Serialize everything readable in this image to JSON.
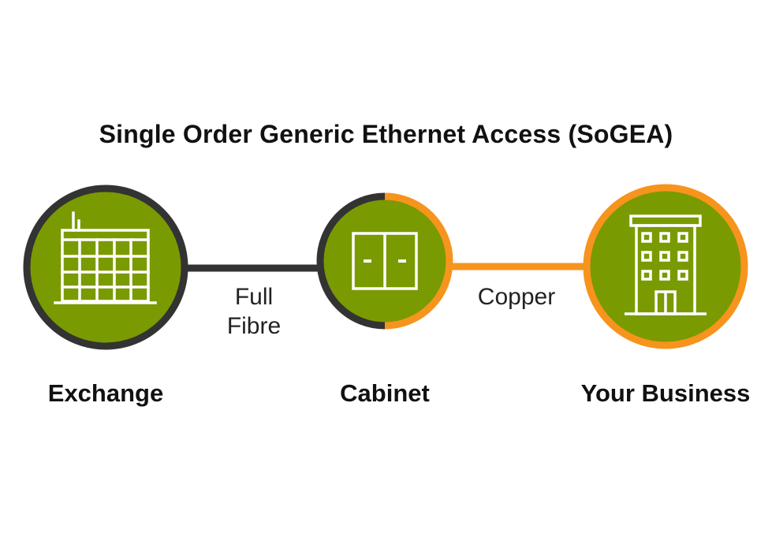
{
  "title": "Single Order Generic Ethernet Access (SoGEA)",
  "colors": {
    "node_fill": "#7a9a01",
    "fibre": "#333333",
    "copper": "#f7941d",
    "icon_stroke": "#ffffff"
  },
  "nodes": [
    {
      "label": "Exchange",
      "icon": "exchange-building-icon"
    },
    {
      "label": "Cabinet",
      "icon": "street-cabinet-icon"
    },
    {
      "label": "Your Business",
      "icon": "office-building-icon"
    }
  ],
  "links": [
    {
      "line1": "Full",
      "line2": "Fibre",
      "medium": "fibre"
    },
    {
      "line1": "Copper",
      "line2": "",
      "medium": "copper"
    }
  ]
}
